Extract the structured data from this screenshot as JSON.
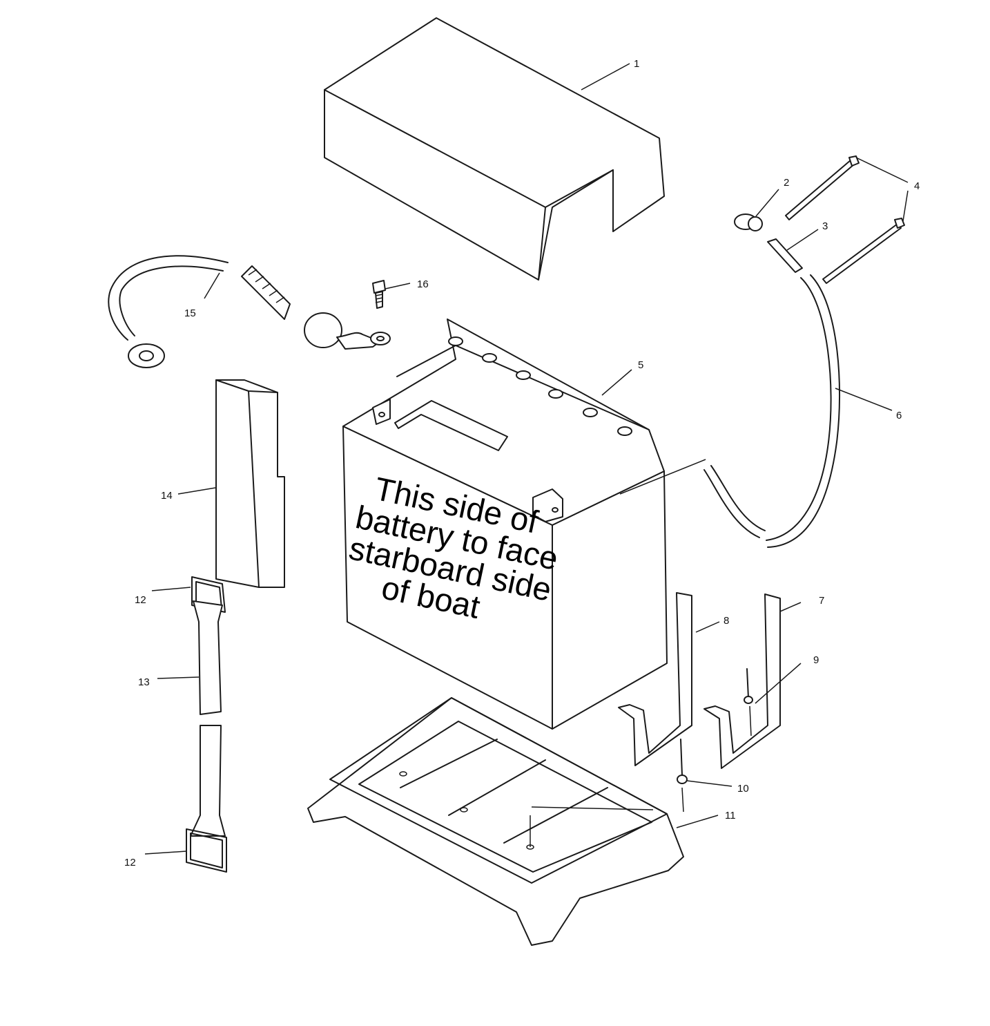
{
  "note": {
    "lines": [
      "This side of",
      "battery to face",
      "starboard side",
      "of boat"
    ]
  },
  "callouts": {
    "c1": "1",
    "c2": "2",
    "c3": "3",
    "c4": "4",
    "c5": "5",
    "c6": "6",
    "c7": "7",
    "c8": "8",
    "c9": "9",
    "c10": "10",
    "c11": "11",
    "c12a": "12",
    "c12b": "12",
    "c13": "13",
    "c14": "14",
    "c15": "15",
    "c16": "16"
  }
}
